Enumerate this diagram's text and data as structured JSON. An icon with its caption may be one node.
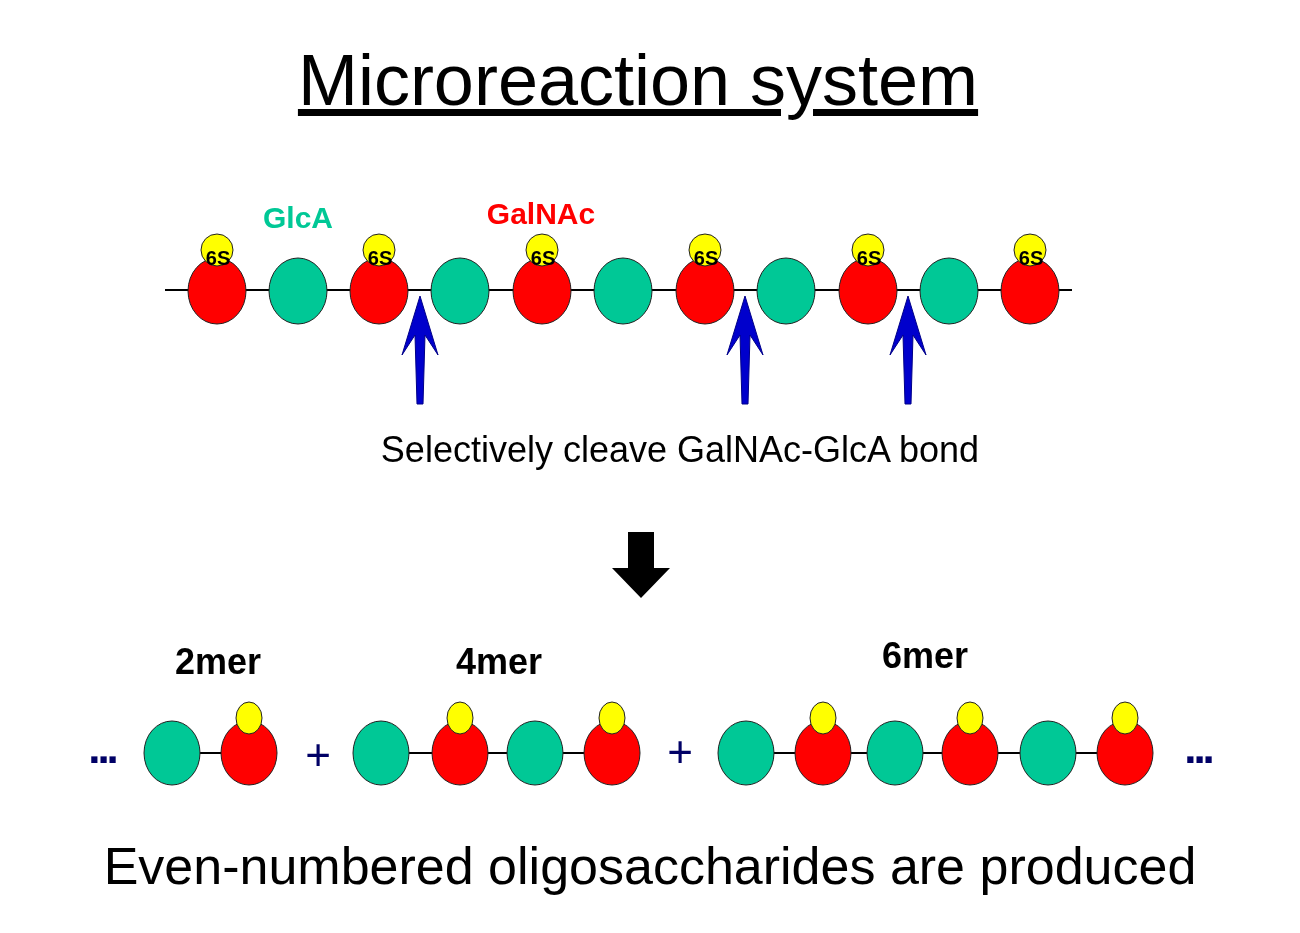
{
  "diagram": {
    "title": "Microreaction system",
    "caption": "Even-numbered oligosaccharides are produced",
    "labels": [
      "GlcA",
      "GalNAc",
      "6S",
      "6S",
      "6S",
      "6S",
      "6S",
      "6S",
      "Selectively cleave GalNAc-GlcA bond",
      "2mer",
      "4mer",
      "6mer",
      "...",
      "+",
      "+",
      "..."
    ]
  }
}
